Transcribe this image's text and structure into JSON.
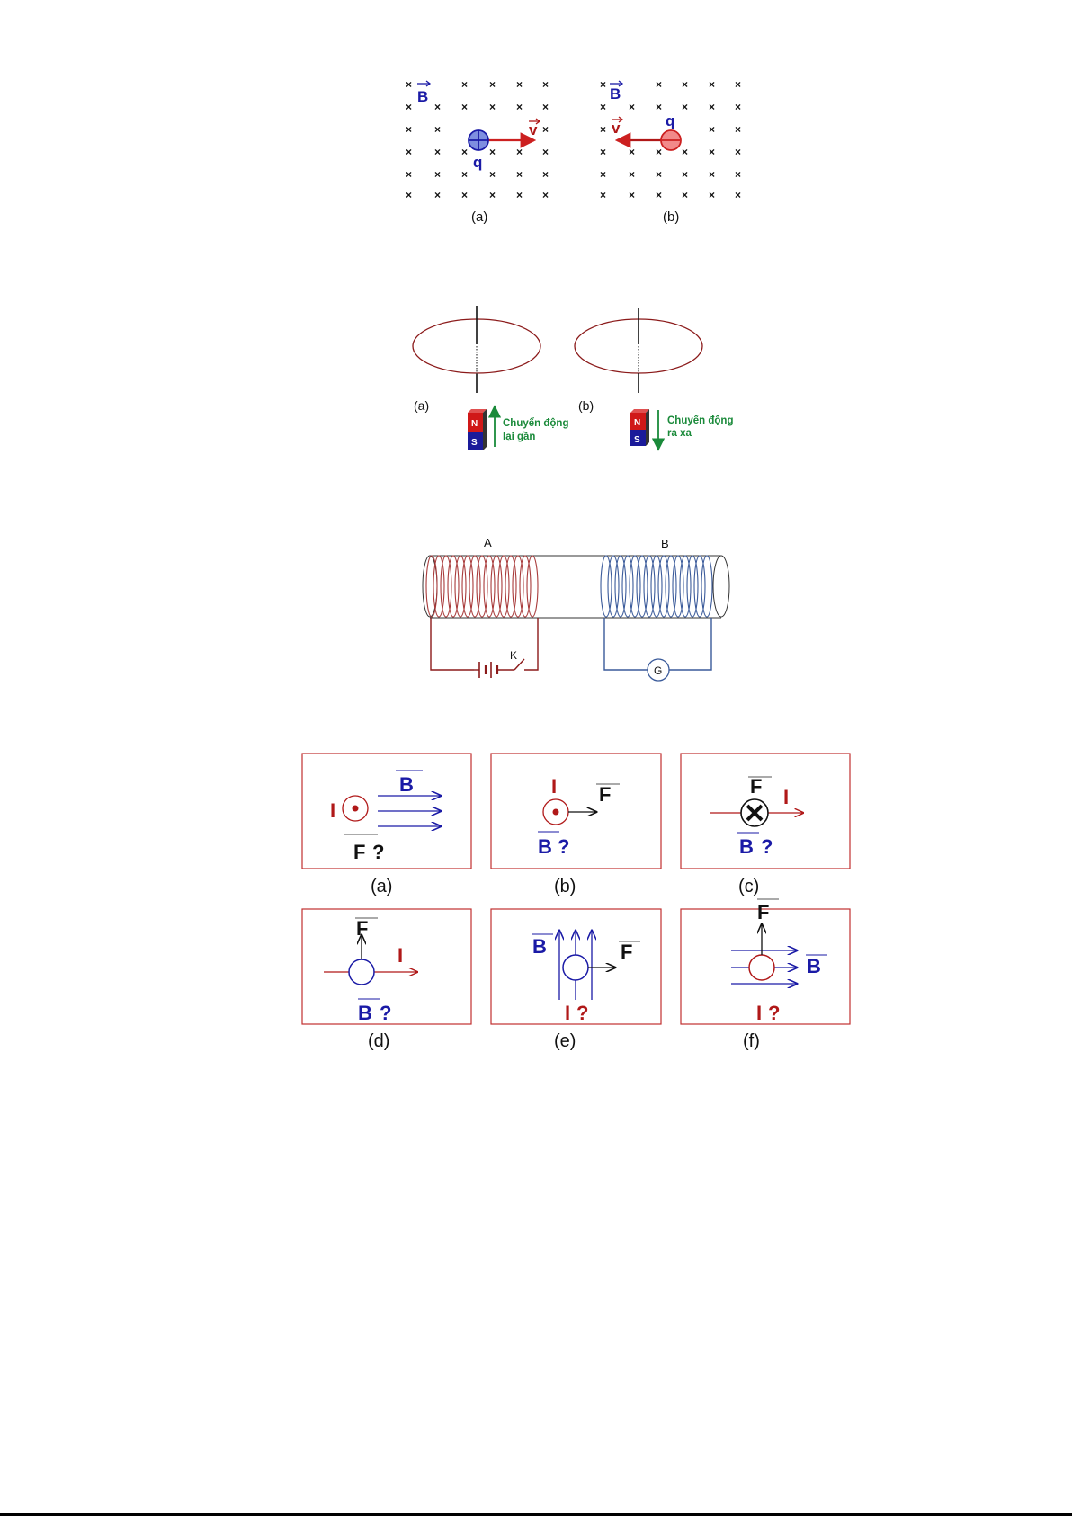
{
  "fig1": {
    "a": {
      "field": "B",
      "charge": "q",
      "velocity": "v",
      "caption": "(a)"
    },
    "b": {
      "field": "B",
      "charge": "q",
      "velocity": "v",
      "caption": "(b)"
    }
  },
  "fig2": {
    "a": {
      "caption": "(a)",
      "magnet_n": "N",
      "magnet_s": "S",
      "motion_line1": "Chuyển động",
      "motion_line2": "lại gần"
    },
    "b": {
      "caption": "(b)",
      "magnet_n": "N",
      "magnet_s": "S",
      "motion_line1": "Chuyển động",
      "motion_line2": "ra xa"
    }
  },
  "fig3": {
    "coil_a": "A",
    "coil_b": "B",
    "switch": "K",
    "galvanometer": "G"
  },
  "fig4": {
    "a": {
      "caption": "(a)",
      "I": "I",
      "B": "B",
      "F": "F",
      "q": "?"
    },
    "b": {
      "caption": "(b)",
      "I": "I",
      "F": "F",
      "B": "B",
      "q": "?"
    },
    "c": {
      "caption": "(c)",
      "F": "F",
      "I": "I",
      "B": "B",
      "q": "?"
    },
    "d": {
      "caption": "(d)",
      "F": "F",
      "I": "I",
      "B": "B",
      "q": "?"
    },
    "e": {
      "caption": "(e)",
      "B": "B",
      "F": "F",
      "I": "I",
      "q": "?"
    },
    "f": {
      "caption": "(f)",
      "F": "F",
      "B": "B",
      "I": "I",
      "q": "?"
    }
  },
  "colors": {
    "blue": "#1a1aa6",
    "red": "#b01818",
    "green": "#1a8a3a",
    "wire_red": "#8b1a1a",
    "coil_blue": "#3a5a9a"
  }
}
